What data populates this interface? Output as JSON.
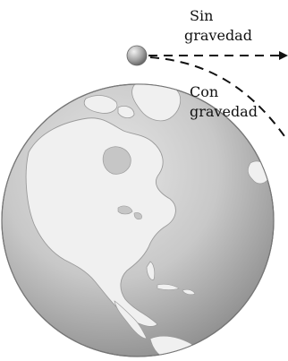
{
  "labels": {
    "no_gravity_line1": "Sin",
    "no_gravity_line2": "gravedad",
    "with_gravity_line1": "Con",
    "with_gravity_line2": "gravedad"
  },
  "colors": {
    "background": "#ffffff",
    "path_stroke": "#111111",
    "globe_base": "#cfcfcf",
    "globe_dark": "#8a8a8a",
    "land": "#eeeeee",
    "projectile": "#9a9a9a"
  },
  "icons": {
    "projectile": "sphere-icon",
    "earth": "globe-icon"
  }
}
